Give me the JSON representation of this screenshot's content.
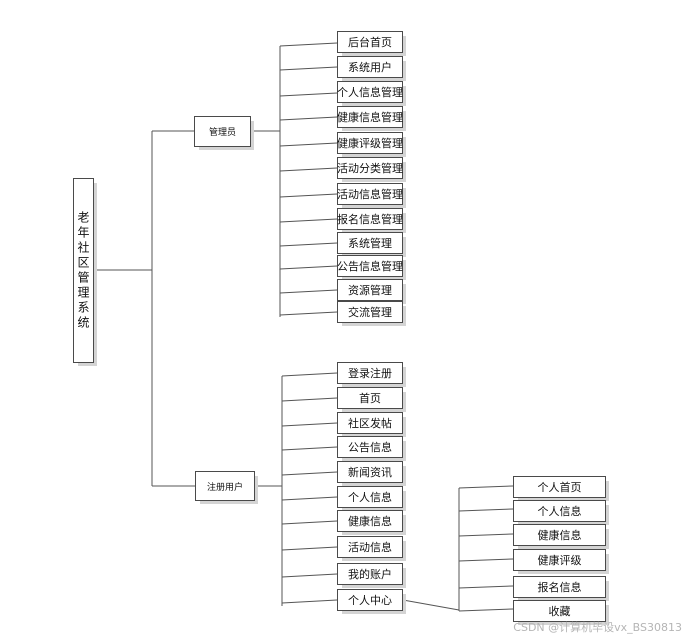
{
  "root": {
    "label": "老年社区管理系统"
  },
  "admin": {
    "label": "管理员",
    "items": [
      "后台首页",
      "系统用户",
      "个人信息管理",
      "健康信息管理",
      "健康评级管理",
      "活动分类管理",
      "活动信息管理",
      "报名信息管理",
      "系统管理",
      "公告信息管理",
      "资源管理",
      "交流管理"
    ]
  },
  "user": {
    "label": "注册用户",
    "items": [
      "登录注册",
      "首页",
      "社区发帖",
      "公告信息",
      "新闻资讯",
      "个人信息",
      "健康信息",
      "活动信息",
      "我的账户",
      "个人中心"
    ]
  },
  "center": {
    "items": [
      "个人首页",
      "个人信息",
      "健康信息",
      "健康评级",
      "报名信息",
      "收藏"
    ]
  },
  "watermark": "CSDN @计算机毕设vx_BS30813"
}
